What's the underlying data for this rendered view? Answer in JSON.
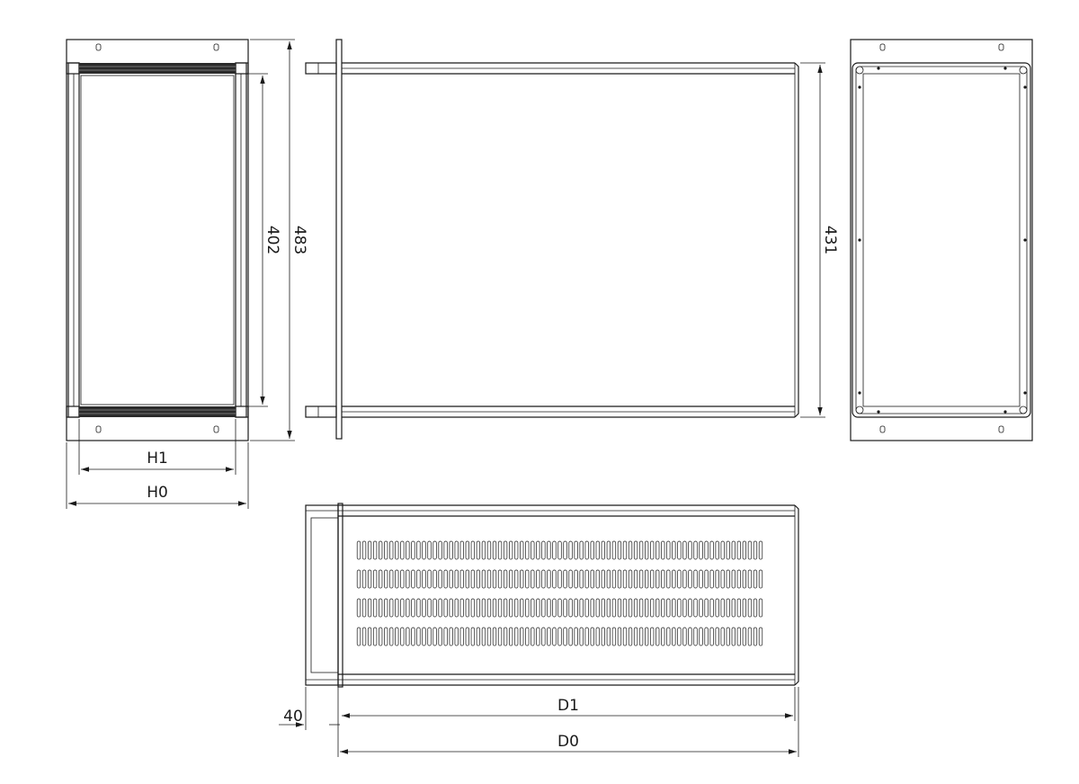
{
  "dimensions": {
    "front_width_inner": "H1",
    "front_width_outer": "H0",
    "front_height_inner": "402",
    "front_height_outer": "483",
    "top_depth_height": "431",
    "side_offset": "40",
    "side_depth_inner": "D1",
    "side_depth_outer": "D0"
  },
  "side_view": {
    "slot_rows": 4,
    "slots_per_row": 75
  },
  "colors": {
    "line": "#1a1a1a",
    "background": "#ffffff"
  }
}
